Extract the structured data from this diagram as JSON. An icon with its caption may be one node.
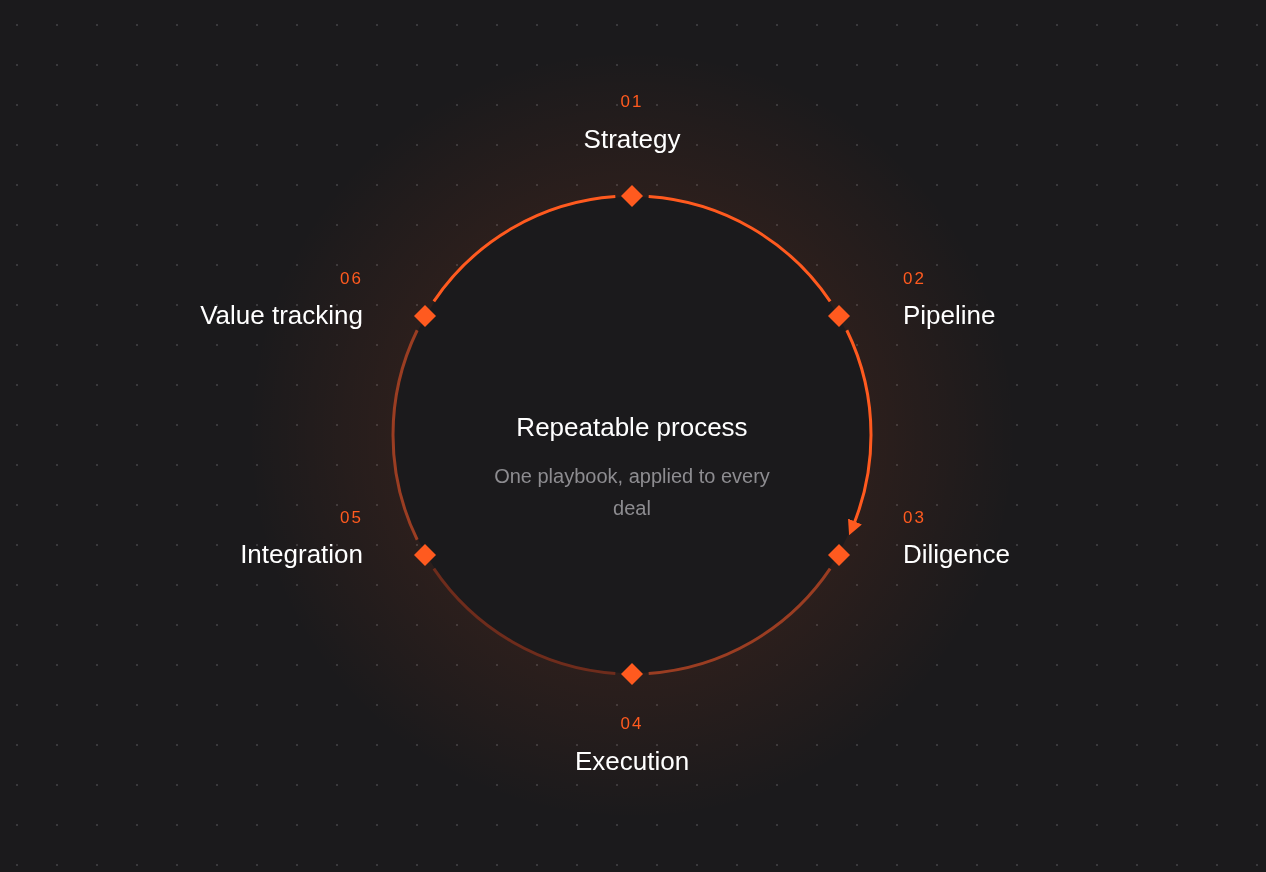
{
  "diagram": {
    "nodes": [
      {
        "text": [
          "01",
          "Strategy"
        ]
      },
      {
        "text": [
          "02",
          "Pipeline"
        ]
      },
      {
        "text": [
          "03",
          "Diligence"
        ]
      },
      {
        "text": [
          "04",
          "Execution"
        ]
      },
      {
        "text": [
          "05",
          "Integration"
        ]
      },
      {
        "text": [
          "06",
          "Value tracking"
        ]
      }
    ],
    "edges": [
      {
        "from": 0,
        "to": 1,
        "arrow": "none"
      },
      {
        "from": 1,
        "to": 2,
        "arrow": "to"
      },
      {
        "from": 2,
        "to": 3,
        "arrow": "none",
        "color": "#9a3d22"
      },
      {
        "from": 3,
        "to": 4,
        "arrow": "none",
        "color": "#6e2c1c"
      },
      {
        "from": 4,
        "to": 5,
        "arrow": "none",
        "color": "#9a3d22"
      },
      {
        "from": 5,
        "to": 0,
        "arrow": "none"
      }
    ],
    "labels": [
      "Repeatable process",
      "One playbook, applied to every deal"
    ]
  }
}
